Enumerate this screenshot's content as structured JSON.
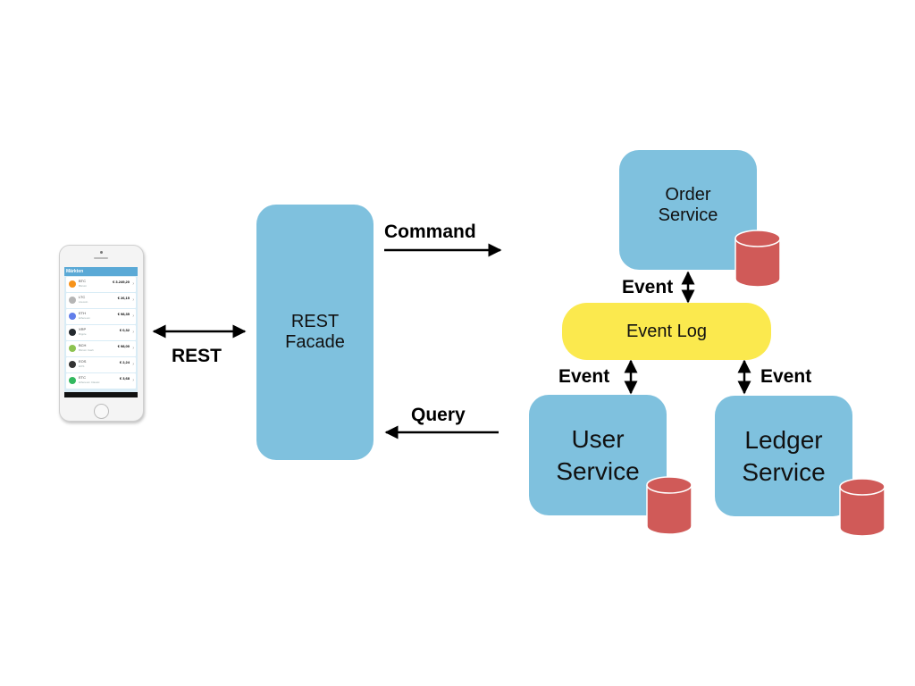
{
  "phone": {
    "header": "Märkten",
    "rows": [
      {
        "symbol": "BTC",
        "name": "Bitcoin",
        "price": "€ 3.249,20",
        "color": "#f7931a"
      },
      {
        "symbol": "LTC",
        "name": "Litecoin",
        "price": "€ 26,15",
        "color": "#b5b5b5"
      },
      {
        "symbol": "ETH",
        "name": "Ethereum",
        "price": "€ 98,35",
        "color": "#627eea"
      },
      {
        "symbol": "XRP",
        "name": "Ripple",
        "price": "€ 0,32",
        "color": "#23292f"
      },
      {
        "symbol": "BCH",
        "name": "Bitcoin Cash",
        "price": "€ 98,00",
        "color": "#8dc351"
      },
      {
        "symbol": "EOS",
        "name": "EOS",
        "price": "€ 2,24",
        "color": "#333333"
      },
      {
        "symbol": "ETC",
        "name": "Ethereum Classic",
        "price": "€ 3,68",
        "color": "#33b85f"
      }
    ]
  },
  "edges": {
    "rest": "REST",
    "command": "Command",
    "query": "Query",
    "event_order": "Event",
    "event_user": "Event",
    "event_ledger": "Event"
  },
  "nodes": {
    "facade": {
      "line1": "REST",
      "line2": "Facade"
    },
    "order": {
      "line1": "Order",
      "line2": "Service"
    },
    "event_log": {
      "label": "Event Log"
    },
    "user": {
      "line1": "User",
      "line2": "Service"
    },
    "ledger": {
      "line1": "Ledger",
      "line2": "Service"
    }
  },
  "colors": {
    "service": "#7fc1de",
    "event_log": "#fbe94e",
    "database": "#d05a58"
  }
}
